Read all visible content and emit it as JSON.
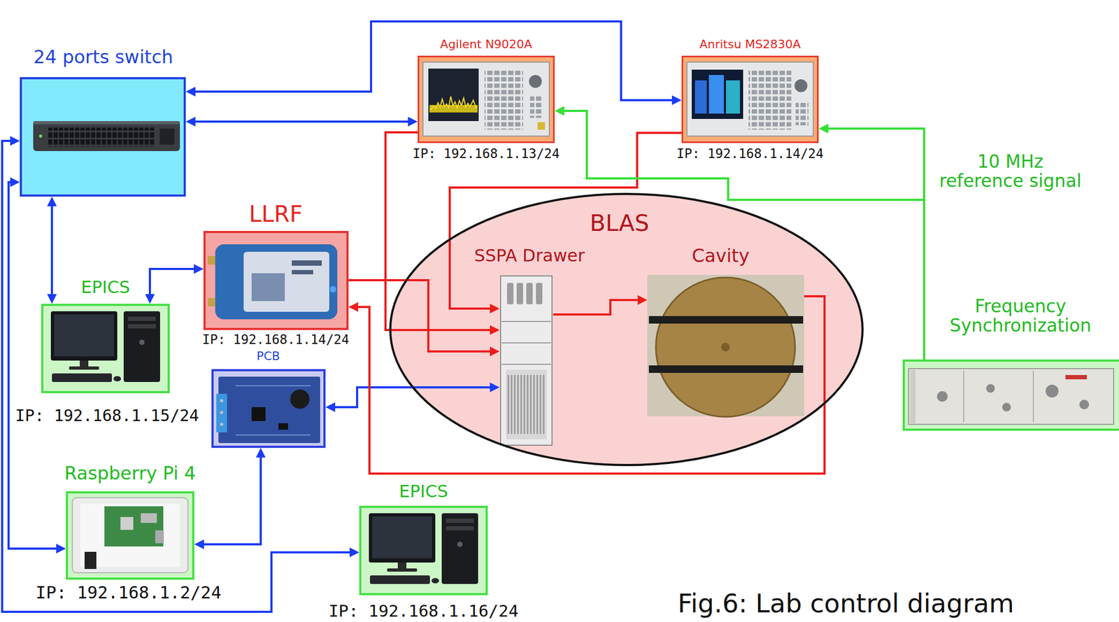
{
  "diagram": {
    "caption": "Fig.6: Lab control diagram",
    "nodes": [
      {
        "text": [
          "24 ports switch"
        ]
      },
      {
        "text": [
          "Agilent N9020A",
          "IP: 192.168.1.13/24"
        ]
      },
      {
        "text": [
          "Anritsu MS2830A",
          "IP: 192.168.1.14/24"
        ]
      },
      {
        "text": [
          "LLRF",
          "IP: 192.168.1.14/24"
        ]
      },
      {
        "text": [
          "BLAS"
        ]
      },
      {
        "text": [
          "SSPA Drawer"
        ],
        "in": 4
      },
      {
        "text": [
          "Cavity"
        ],
        "in": 4
      },
      {
        "text": [
          "EPICS",
          "IP: 192.168.1.15/24"
        ]
      },
      {
        "text": [
          "PCB"
        ]
      },
      {
        "text": [
          "Frequency Synchronization"
        ]
      },
      {
        "text": [
          "Raspberry Pi 4",
          "IP: 192.168.1.2/24"
        ]
      },
      {
        "text": [
          "EPICS",
          "IP: 192.168.1.16/24"
        ]
      }
    ],
    "edges": [
      {
        "from": 0,
        "to": 1,
        "arrow": "both"
      },
      {
        "from": 0,
        "to": 2,
        "arrow": "both"
      },
      {
        "from": 0,
        "to": 7,
        "arrow": "both"
      },
      {
        "from": 7,
        "to": 3,
        "arrow": "both"
      },
      {
        "from": 0,
        "to": 10,
        "arrow": "both"
      },
      {
        "from": 0,
        "to": 11,
        "arrow": "both"
      },
      {
        "from": 8,
        "to": 5,
        "arrow": "both"
      },
      {
        "from": 10,
        "to": 8,
        "arrow": "both"
      },
      {
        "from": 1,
        "to": 5,
        "arrow": "to"
      },
      {
        "from": 2,
        "to": 5,
        "arrow": "to"
      },
      {
        "from": 3,
        "to": 5,
        "arrow": "to"
      },
      {
        "from": 5,
        "to": 6,
        "arrow": "to"
      },
      {
        "from": 6,
        "to": 3,
        "arrow": "to"
      },
      {
        "from": 9,
        "to": 2,
        "arrow": "to"
      },
      {
        "from": 9,
        "to": 1,
        "arrow": "to"
      }
    ],
    "labels": [
      "10 MHz reference signal"
    ]
  }
}
